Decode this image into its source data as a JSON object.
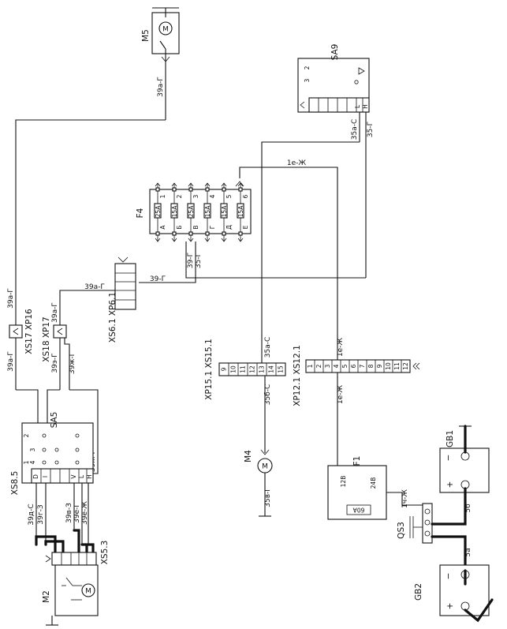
{
  "components": {
    "M5": "M5",
    "SA9": "SA9",
    "F4": "F4",
    "XS6": "XS6.1 XP6.1",
    "XS17": "XS17 XP16",
    "XS18": "XS18 XP17",
    "SA5": "SA5",
    "XS8": "XS8.5",
    "XS5": "XS5.3",
    "M2": "M2",
    "M4": "M4",
    "XP15": "XP15.1 XS15.1",
    "XP12": "XP12.1 XS12.1",
    "F1": "F1",
    "QS3": "QS3",
    "GB1": "GB1",
    "GB2": "GB2"
  },
  "wire_labels": {
    "w39a_top": "39а-Г",
    "w35a_sa9": "35а-С",
    "w35_sa9": "35-Г",
    "w1e_top": "1е-Ж",
    "w39_f4": "39-Г",
    "w35_f4": "35-Г",
    "w39_xs6": "39-Г",
    "w39a_xs6": "39а-Г",
    "w39a_left": "39а-Г",
    "w39e_a": "39а-Г",
    "w39g": "39э-Г",
    "w39zh": "39ж-Г",
    "w39zh_b": "39ж-Г",
    "w35a_mid": "35а-С",
    "w35b": "35б-С",
    "w35v": "35в-Г",
    "w1e_mid": "1е-Ж",
    "w1e_low": "1е-Ж",
    "w1x": "1ч-Ж",
    "w5g": "5б",
    "w5a": "5а",
    "w39d": "39д-С",
    "w39z": "39г-З",
    "w39v": "39в-З",
    "w39ee": "39е-Г",
    "w39ek": "39е-Ж"
  },
  "fuses": {
    "letters": [
      "А",
      "Б",
      "В",
      "Г",
      "Д",
      "Е"
    ],
    "numbers": [
      "1",
      "2",
      "3",
      "4",
      "5",
      "6"
    ],
    "ratings": [
      "25А",
      "15А",
      "25А",
      "15А",
      "15А",
      "15А"
    ]
  },
  "connectors": {
    "xp15_pins": [
      "9",
      "10",
      "11",
      "12",
      "13",
      "14",
      "15"
    ],
    "xp12_pins": [
      "1",
      "2",
      "3",
      "4",
      "5",
      "6",
      "7",
      "8",
      "9",
      "10",
      "11",
      "12"
    ]
  },
  "sa5": {
    "pins_left": [
      "2",
      "1",
      "3",
      "4"
    ],
    "terminals": [
      "D",
      "I",
      "V",
      "L",
      "H"
    ]
  },
  "sa9": {
    "pins": [
      "3",
      "2"
    ],
    "terminals": [
      "L",
      "H"
    ]
  },
  "f1": {
    "t1": "12В",
    "t2": "24В",
    "rating": "60А"
  },
  "battery": {
    "minus": "−",
    "plus": "+"
  }
}
